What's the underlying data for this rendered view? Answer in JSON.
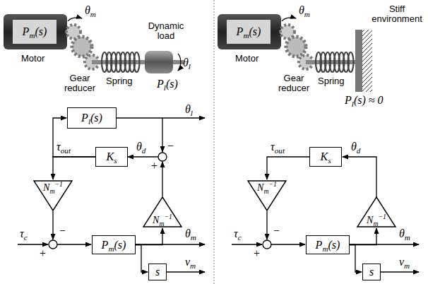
{
  "diagram": {
    "nodes": [
      {
        "text": [
          "Pm(s)"
        ]
      },
      {
        "text": [
          "Pm(s)"
        ]
      },
      {
        "text": [
          "Pl(s)"
        ]
      },
      {
        "text": [
          "Ks"
        ]
      },
      {
        "text": [
          "Nm−1"
        ]
      },
      {
        "text": [
          "Nm−1"
        ]
      },
      {
        "text": [
          "Pm(s)"
        ]
      },
      {
        "text": [
          "s"
        ]
      },
      {
        "text": [
          "Ks"
        ]
      },
      {
        "text": [
          "Nm−1"
        ]
      },
      {
        "text": [
          "Nm−1"
        ]
      },
      {
        "text": [
          "Pm(s)"
        ]
      },
      {
        "text": [
          "s"
        ]
      }
    ],
    "edges": [
      {
        "from": 3,
        "to": 2,
        "arrow": "to"
      },
      {
        "from": 3,
        "to": 4,
        "arrow": "to"
      },
      {
        "from": 6,
        "to": 5,
        "arrow": "to"
      },
      {
        "from": 6,
        "to": 7,
        "arrow": "to"
      },
      {
        "from": 10,
        "to": 8,
        "arrow": "to"
      },
      {
        "from": 8,
        "to": 9,
        "arrow": "to"
      },
      {
        "from": 11,
        "to": 10,
        "arrow": "to"
      },
      {
        "from": 11,
        "to": 12,
        "arrow": "to"
      }
    ],
    "labels": [
      "θm",
      "Motor",
      "Gear reducer",
      "Spring",
      "Dynamic load",
      "θl",
      "Pl(s)",
      "θm",
      "Motor",
      "Gear reducer",
      "Spring",
      "Stiff environment",
      "Pl(s) ≈ 0",
      "θl",
      "τout",
      "θd",
      "−",
      "+",
      "τc",
      "+",
      "−",
      "θm",
      "vm",
      "τout",
      "θd",
      "τc",
      "+",
      "−",
      "θm",
      "vm"
    ]
  }
}
